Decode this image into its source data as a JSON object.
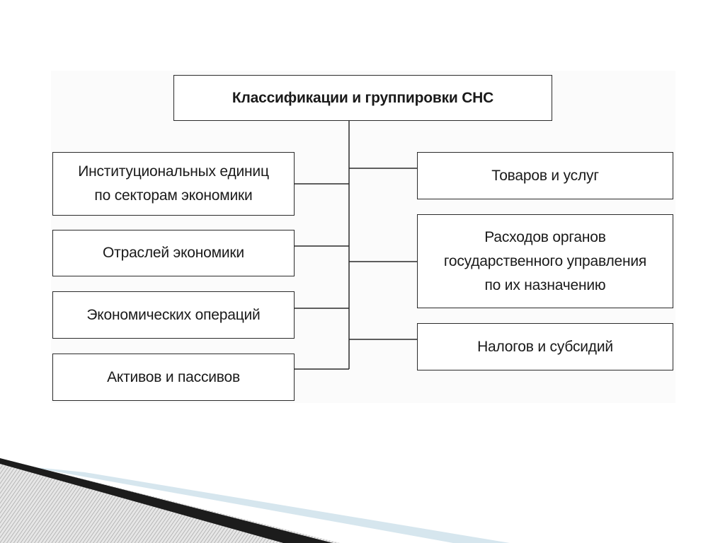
{
  "diagram": {
    "root": {
      "label": "Классификации и группировки СНС"
    },
    "left_items": [
      {
        "lines": [
          "Институциональных единиц",
          "по секторам экономики"
        ]
      },
      {
        "lines": [
          "Отраслей экономики"
        ]
      },
      {
        "lines": [
          "Экономических операций"
        ]
      },
      {
        "lines": [
          "Активов и пассивов"
        ]
      }
    ],
    "right_items": [
      {
        "lines": [
          "Товаров и услуг"
        ]
      },
      {
        "lines": [
          "Расходов органов",
          "государственного управления",
          "по их назначению"
        ]
      },
      {
        "lines": [
          "Налогов и субсидий"
        ]
      }
    ]
  },
  "colors": {
    "line": "#2a2a2a",
    "stripe_dark": "#1c1c1c",
    "stripe_light": "#d6e6ee"
  }
}
